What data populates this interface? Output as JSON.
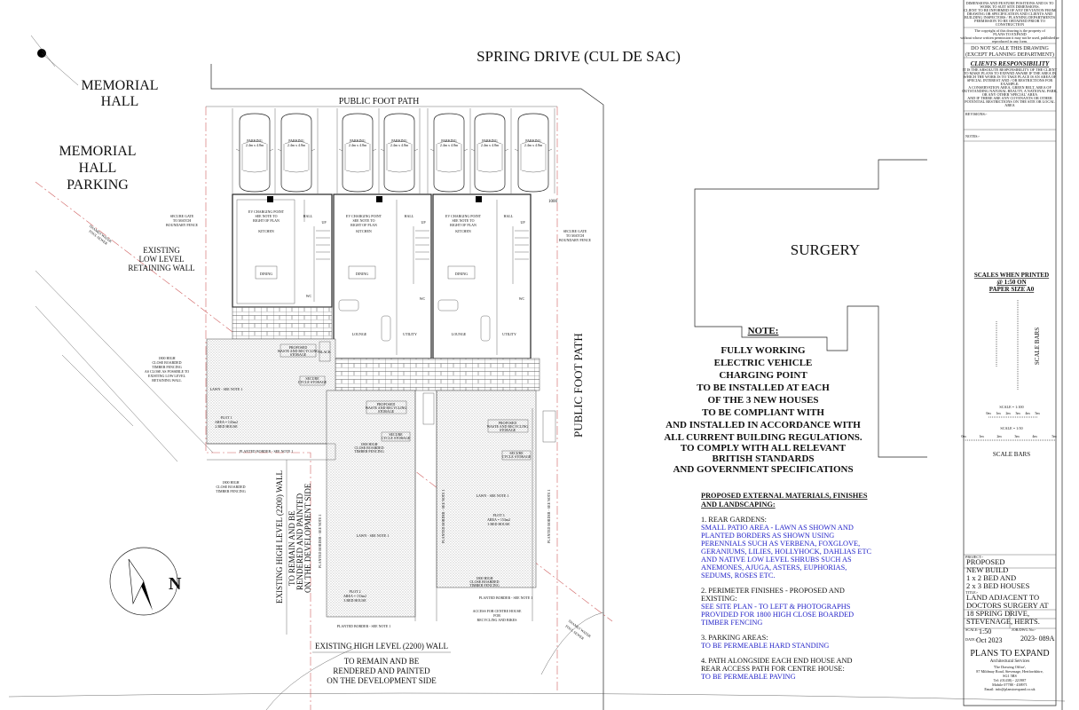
{
  "street": "SPRING DRIVE (CUL DE SAC)",
  "memorial_hall": [
    "MEMORIAL",
    "HALL"
  ],
  "memorial_hall_parking": [
    "MEMORIAL",
    "HALL",
    "PARKING"
  ],
  "public_foot_path_top": "PUBLIC FOOT PATH",
  "public_foot_path_side": "PUBLIC FOOT PATH",
  "surgery": "SURGERY",
  "parking_label": [
    "PARKING",
    "2.4m x 4.8m"
  ],
  "rooms": {
    "hall": "HALL",
    "up": "UP",
    "kitchen": "KITCHEN",
    "dining": "DINING",
    "wc": "WC",
    "lounge": "LOUNGE",
    "utility": "UTILITY",
    "ev_point": [
      "EV CHARGING POINT",
      "SEE NOTE TO",
      "RIGHT OF PLAN"
    ]
  },
  "dimension_1000": "1000",
  "secure_gate": [
    "SECURE GATE",
    "TO MATCH",
    "BOUNDARY FENCE"
  ],
  "thames_water": [
    "THAMES WATER",
    "FOUL SEWER"
  ],
  "existing_low_wall": [
    "EXISTING",
    "LOW LEVEL",
    "RETAINING WALL"
  ],
  "fencing_note_left": [
    "1800 HIGH",
    "CLOSE BOARDED",
    "TIMBER FENCING",
    "AS CLOSE AS POSSIBLE TO",
    "EXISTING LOW LEVEL",
    "RETAINING WALL"
  ],
  "fencing_note": [
    "1800 HIGH",
    "CLOSE BOARDED",
    "TIMBER FENCING"
  ],
  "waste_storage": [
    "PROPOSED",
    "WASTE AND RECYCLING",
    "STORAGE"
  ],
  "cycle_storage": [
    "SECURE",
    "CYCLE STORAGE"
  ],
  "lawn": "LAWN - SEE NOTE 1",
  "planted_border": "PLANTED BORDER - SEE NOTE 1",
  "black": "BLACK",
  "plots": [
    [
      "PLOT 1",
      "AREA = 143m2",
      "2 BED HOUSE"
    ],
    [
      "PLOT 2",
      "AREA = 153m2",
      "3 BED HOUSE"
    ],
    [
      "PLOT 3",
      "AREA = 153m2",
      "3 BED HOUSE"
    ]
  ],
  "access_centre": [
    "ACCESS FOR CENTRE HOUSE",
    "FOR",
    "RECYCLING AND BIKES"
  ],
  "high_wall_vertical": [
    "EXISTING HIGH LEVEL (2200) WALL",
    "TO REMAIN AND BE",
    "RENDERED AND PAINTED",
    "ON THE DEVELOPMENT SIDE"
  ],
  "high_wall_bottom": [
    "EXISTING HIGH LEVEL (2200) WALL",
    "TO REMAIN AND BE",
    "RENDERED AND PAINTED",
    "ON THE DEVELOPMENT SIDE"
  ],
  "north": "N",
  "ev_note": {
    "title": "NOTE:",
    "lines": [
      "FULLY WORKING",
      "ELECTRIC VEHICLE",
      "CHARGING POINT",
      "TO BE INSTALLED AT EACH",
      "OF THE 3 NEW HOUSES",
      "TO BE COMPLIANT WITH",
      "AND INSTALLED IN ACCORDANCE WITH",
      "ALL CURRENT BUILDING REGULATIONS.",
      "TO COMPLY WITH ALL RELEVANT",
      "BRITISH STANDARDS",
      "AND GOVERNMENT SPECIFICATIONS"
    ]
  },
  "materials": {
    "title": [
      "PROPOSED EXTERNAL MATERIALS, FINISHES",
      "AND LANDSCAPING:"
    ],
    "sections": [
      {
        "heading": [
          "1. REAR GARDENS:"
        ],
        "body": [
          "SMALL PATIO AREA - LAWN AS SHOWN AND",
          "PLANTED BORDERS AS SHOWN USING",
          "PERENNIALS SUCH AS VERBENA, FOXGLOVE,",
          "GERANIUMS, LILIES, HOLLYHOCK, DAHLIAS ETC",
          "AND NATIVE LOW LEVEL SHRUBS SUCH AS",
          "ANEMONES, AJUGA, ASTERS, EUPHORIAS,",
          "SEDUMS, ROSES ETC."
        ]
      },
      {
        "heading": [
          "2. PERIMETER FINISHES - PROPOSED AND",
          "EXISTING:"
        ],
        "body": [
          "SEE SITE PLAN - TO LEFT & PHOTOGRAPHS",
          "PROVIDED FOR 1800 HIGH CLOSE BOARDED",
          "TIMBER FENCING"
        ]
      },
      {
        "heading": [
          "3. PARKING AREAS:"
        ],
        "body": [
          "TO BE PERMEABLE HARD STANDING"
        ]
      },
      {
        "heading": [
          "4. PATH ALONGSIDE EACH END HOUSE AND",
          "REAR ACCESS PATH FOR CENTRE HOUSE:"
        ],
        "body": [
          "TO BE PERMEABLE PAVING"
        ]
      }
    ]
  },
  "title_block": {
    "dimensions_note": [
      "DIMENSIONS AND FEATURE POSITIONS AND IS TO",
      "WORK TO SUIT SITE DIMENSIONS.",
      "CLIENT TO BE INFORMED OF ANY DEVIATION FROM",
      "DRAWING OR SPECIFICATION AND CLIENTS AND",
      "BUILDING INSPECTORS / PLANNING DEPARTMENTS",
      "PERMISSION TO BE OBTAINED PRIOR TO",
      "CONSTRUCTION"
    ],
    "copyright": [
      "The copyright of this drawing is the property of",
      "PLANS TO EXPAND",
      "without whose written permission it may not be used, published or",
      "reproduced in any form."
    ],
    "do_not_scale": [
      "DO NOT SCALE THIS DRAWING",
      "(EXCEPT PLANNING DEPARTMENT)"
    ],
    "clients_title": "CLIENTS RESPONSIBILITY",
    "clients_text": [
      "IT IS THE ABSOLUTE RESPONSIBILITY OF THE CLIENT",
      "TO MAKE PLANS TO EXPAND AWARE IF THE AREA IN",
      "WHICH THE WORK IS TO TAKE PLACE IS AN AREA OF",
      "SPECIAL INTEREST AND / OR RESTRICTIONS FOR",
      "EXAMPLE:",
      "A CONSERVATION AREA, GREEN BELT, AREA OF",
      "OUTSTANDING NATURAL BEAUTY, A NATIONAL PARK,",
      "OR ANY OTHER 'SPECIAL' AREA",
      "AND IF THERE ARE ANY COVENANTS OR OTHER",
      "POTENTIAL RESTRICTIONS ON THE SITE OR LOCAL",
      "AREA"
    ],
    "revisions_label": "REVISIONS:-",
    "notes_label": "NOTES:-",
    "scales_title": [
      "SCALES WHEN PRINTED",
      "@ 1:50 ON",
      "PAPER SIZE A0"
    ],
    "scale_bars_label": "SCALE BARS",
    "scale_1_100": "SCALE = 1:100",
    "scale_1_50": "SCALE = 1:50",
    "scale_ticks_100": [
      "0m",
      "1m",
      "2m",
      "3m",
      "4m",
      "5m"
    ],
    "scale_ticks_50": [
      "0m",
      "1m",
      "2m",
      "3m",
      "4m",
      "5m"
    ],
    "project_label": "PROJECT:-",
    "project": [
      "PROPOSED",
      "NEW BUILD",
      "1 x 2 BED AND",
      "2 x 3 BED HOUSES"
    ],
    "title_label": "TITLE:-",
    "title": [
      "LAND ADJACENT TO",
      "DOCTORS SURGERY AT",
      "18 SPRING DRIVE,",
      "STEVENAGE, HERTS."
    ],
    "scale_label": "SCALE:-",
    "scale": "1:50",
    "job_label": "JOB/DWG No:-",
    "job": "2023- 089A",
    "date_label": "DATE:-",
    "date": "Oct 2023",
    "company": "PLANS TO EXPAND",
    "company_sub": "Architectural Services",
    "address": [
      "'The Drawing Office',",
      "87 Mildmay Road, Stevenage, Hertfordshire,",
      "SG1 5RS",
      "Tel: (01438) - 221987",
      "Mobile 07788 - 438971",
      "Email: info@planstoexpand.co.uk"
    ]
  },
  "colors": {
    "boundary": "#d06060",
    "notes_blue": "#2323c8",
    "ink": "#111111"
  }
}
